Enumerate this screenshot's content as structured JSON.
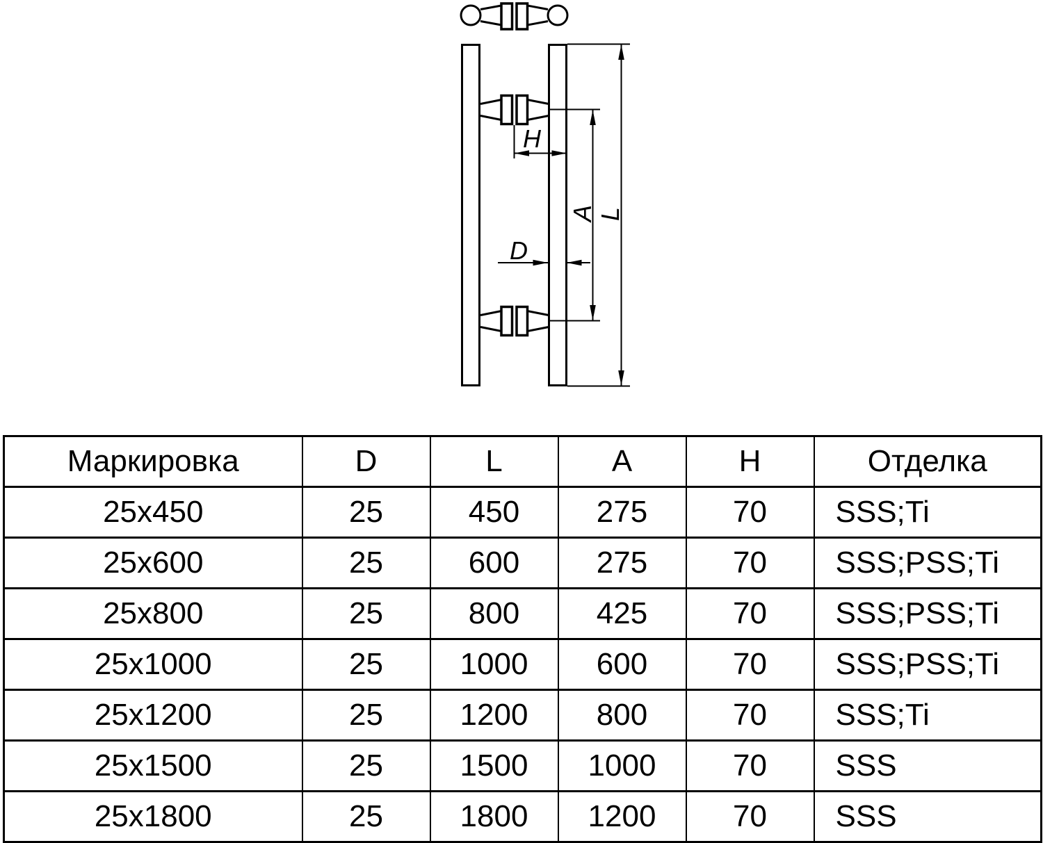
{
  "page": {
    "background_color": "#ffffff",
    "line_color": "#000000"
  },
  "drawing": {
    "description": "door-pull-handle-technical-drawing",
    "labels": {
      "h": "H",
      "d": "D",
      "a": "A",
      "l": "L"
    }
  },
  "table": {
    "headers": [
      "Маркировка",
      "D",
      "L",
      "A",
      "H",
      "Отделка"
    ],
    "rows": [
      {
        "marking": "25x450",
        "d": "25",
        "l": "450",
        "a": "275",
        "h": "70",
        "finish": "SSS;Ti"
      },
      {
        "marking": "25x600",
        "d": "25",
        "l": "600",
        "a": "275",
        "h": "70",
        "finish": "SSS;PSS;Ti"
      },
      {
        "marking": "25x800",
        "d": "25",
        "l": "800",
        "a": "425",
        "h": "70",
        "finish": "SSS;PSS;Ti"
      },
      {
        "marking": "25x1000",
        "d": "25",
        "l": "1000",
        "a": "600",
        "h": "70",
        "finish": "SSS;PSS;Ti"
      },
      {
        "marking": "25x1200",
        "d": "25",
        "l": "1200",
        "a": "800",
        "h": "70",
        "finish": "SSS;Ti"
      },
      {
        "marking": "25x1500",
        "d": "25",
        "l": "1500",
        "a": "1000",
        "h": "70",
        "finish": "SSS"
      },
      {
        "marking": "25x1800",
        "d": "25",
        "l": "1800",
        "a": "1200",
        "h": "70",
        "finish": "SSS"
      }
    ]
  }
}
